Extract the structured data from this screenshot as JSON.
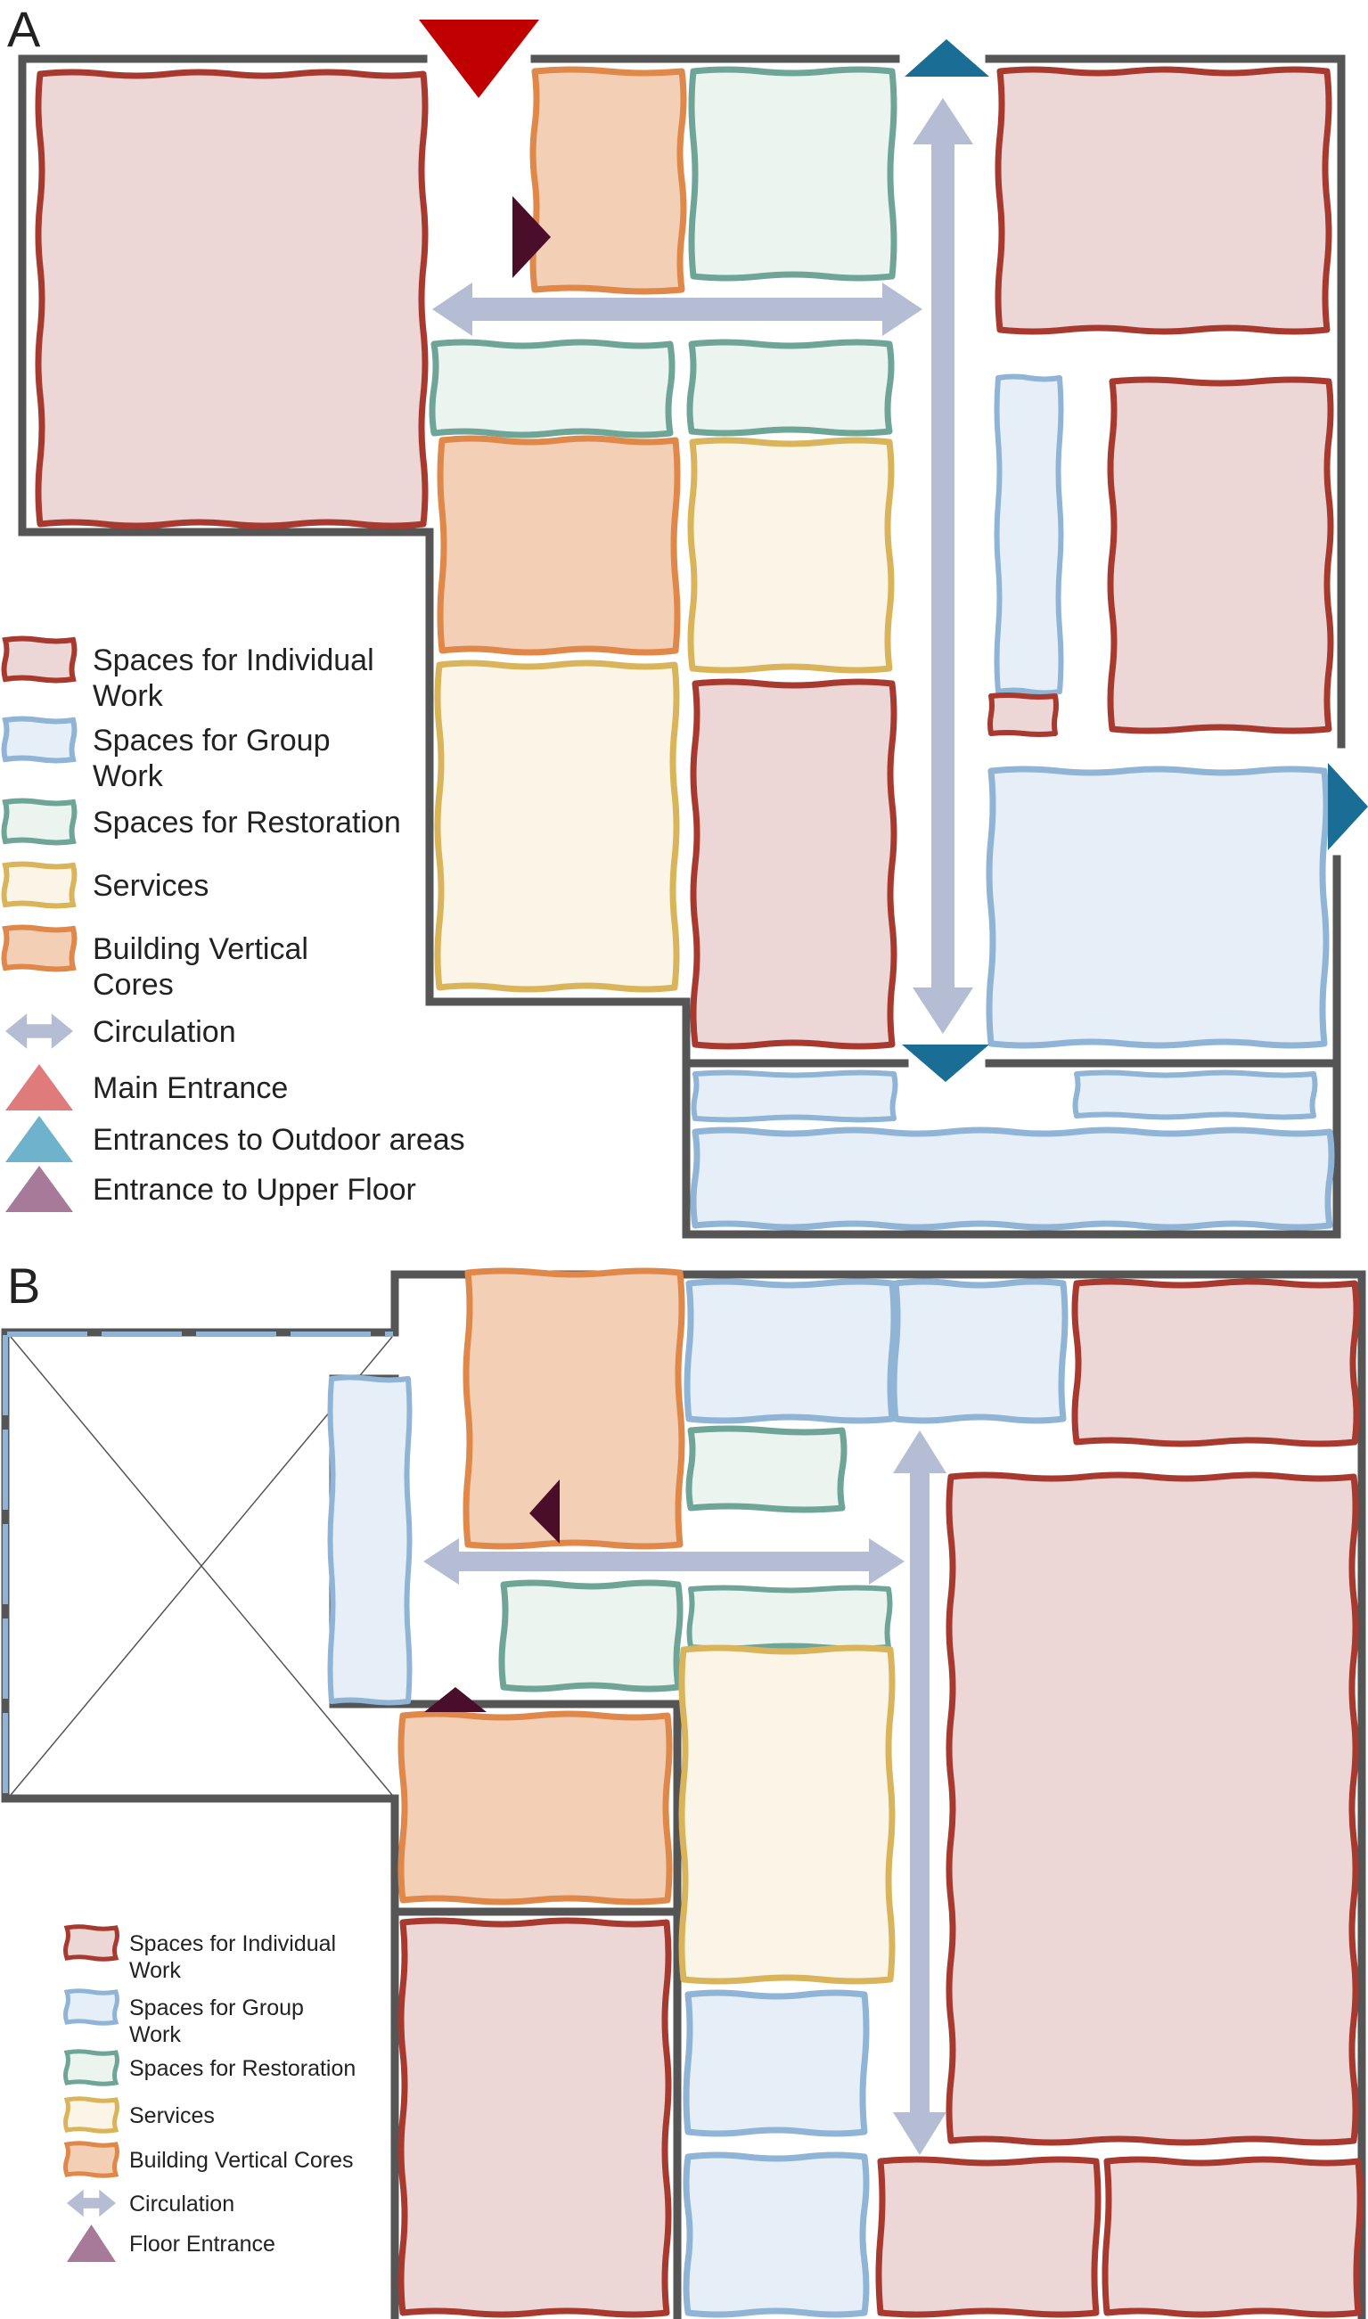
{
  "panels": [
    {
      "id": "A",
      "label": "A",
      "legend": [
        {
          "key": "individual",
          "lines": [
            "Spaces for Individual",
            "Work"
          ]
        },
        {
          "key": "group",
          "lines": [
            "Spaces for Group",
            "Work"
          ]
        },
        {
          "key": "restoration",
          "lines": [
            "Spaces for Restoration"
          ]
        },
        {
          "key": "services",
          "lines": [
            "Services"
          ]
        },
        {
          "key": "cores",
          "lines": [
            "Building Vertical",
            "Cores"
          ]
        },
        {
          "key": "circulation",
          "lines": [
            "Circulation"
          ]
        },
        {
          "key": "main",
          "lines": [
            "Main Entrance"
          ]
        },
        {
          "key": "outdoor",
          "lines": [
            "Entrances to Outdoor areas"
          ]
        },
        {
          "key": "upper",
          "lines": [
            "Entrance to Upper Floor"
          ]
        }
      ]
    },
    {
      "id": "B",
      "label": "B",
      "legend": [
        {
          "key": "individual",
          "lines": [
            "Spaces for Individual",
            "Work"
          ]
        },
        {
          "key": "group",
          "lines": [
            "Spaces for Group",
            "Work"
          ]
        },
        {
          "key": "restoration",
          "lines": [
            "Spaces for Restoration"
          ]
        },
        {
          "key": "services",
          "lines": [
            "Services"
          ]
        },
        {
          "key": "cores",
          "lines": [
            "Building Vertical Cores"
          ]
        },
        {
          "key": "circulation",
          "lines": [
            "Circulation"
          ]
        },
        {
          "key": "upper",
          "lines": [
            "Floor Entrance"
          ]
        }
      ]
    }
  ],
  "categories": {
    "individual": {
      "stroke": "#a8392f",
      "fill": "#ecd6d6"
    },
    "group": {
      "stroke": "#8fb4d6",
      "fill": "#e6eef8"
    },
    "restoration": {
      "stroke": "#6fa596",
      "fill": "#ecf4f0"
    },
    "services": {
      "stroke": "#dab45a",
      "fill": "#fbf5e7"
    },
    "cores": {
      "stroke": "#e0874a",
      "fill": "#f3cfb6"
    },
    "circulation": {
      "fill": "#b4bdd3"
    },
    "main": {
      "fill": "#c00000",
      "legend_fill": "#e07b7b"
    },
    "outdoor": {
      "fill": "#1a6e95",
      "legend_fill": "#6fb2cc"
    },
    "upper": {
      "fill": "#4a0e2a",
      "legend_fill": "#a87a9a"
    }
  },
  "wall_color": "#555555"
}
